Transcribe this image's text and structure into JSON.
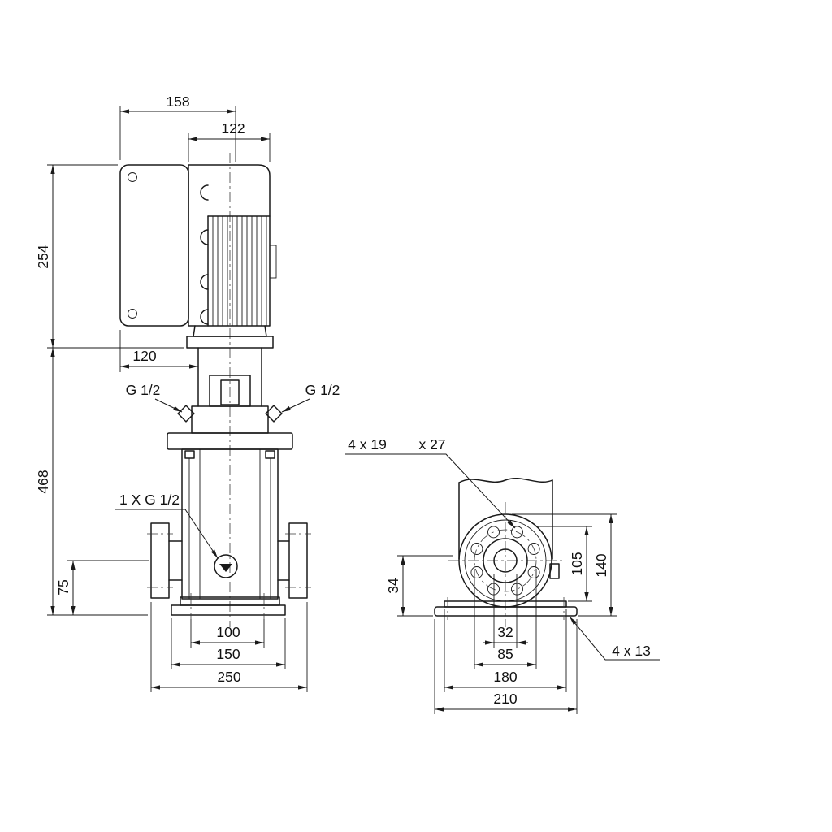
{
  "drawing": {
    "colors": {
      "line": "#1a1a1a",
      "background": "#ffffff"
    },
    "front_view": {
      "dim_width_top": "158",
      "dim_width_motor": "122",
      "dim_motor_height": "254",
      "dim_stool_width": "120",
      "dim_pump_height": "468",
      "dim_port_height": "75",
      "dim_base_inner": "100",
      "dim_base_mid": "150",
      "dim_base_outer": "250",
      "label_port_left": "G 1/2",
      "label_port_right": "G 1/2",
      "label_drain": "1 X G 1/2"
    },
    "side_view": {
      "label_flange_holes_1": "4 x 19",
      "label_flange_holes_2": "x 27",
      "dim_flange_center": "105",
      "dim_flange_height": "140",
      "dim_base_height": "34",
      "dim_bore": "32",
      "dim_bolt_circle": "85",
      "dim_base_mid": "180",
      "dim_base_outer": "210",
      "label_base_holes": "4 x 13"
    }
  }
}
